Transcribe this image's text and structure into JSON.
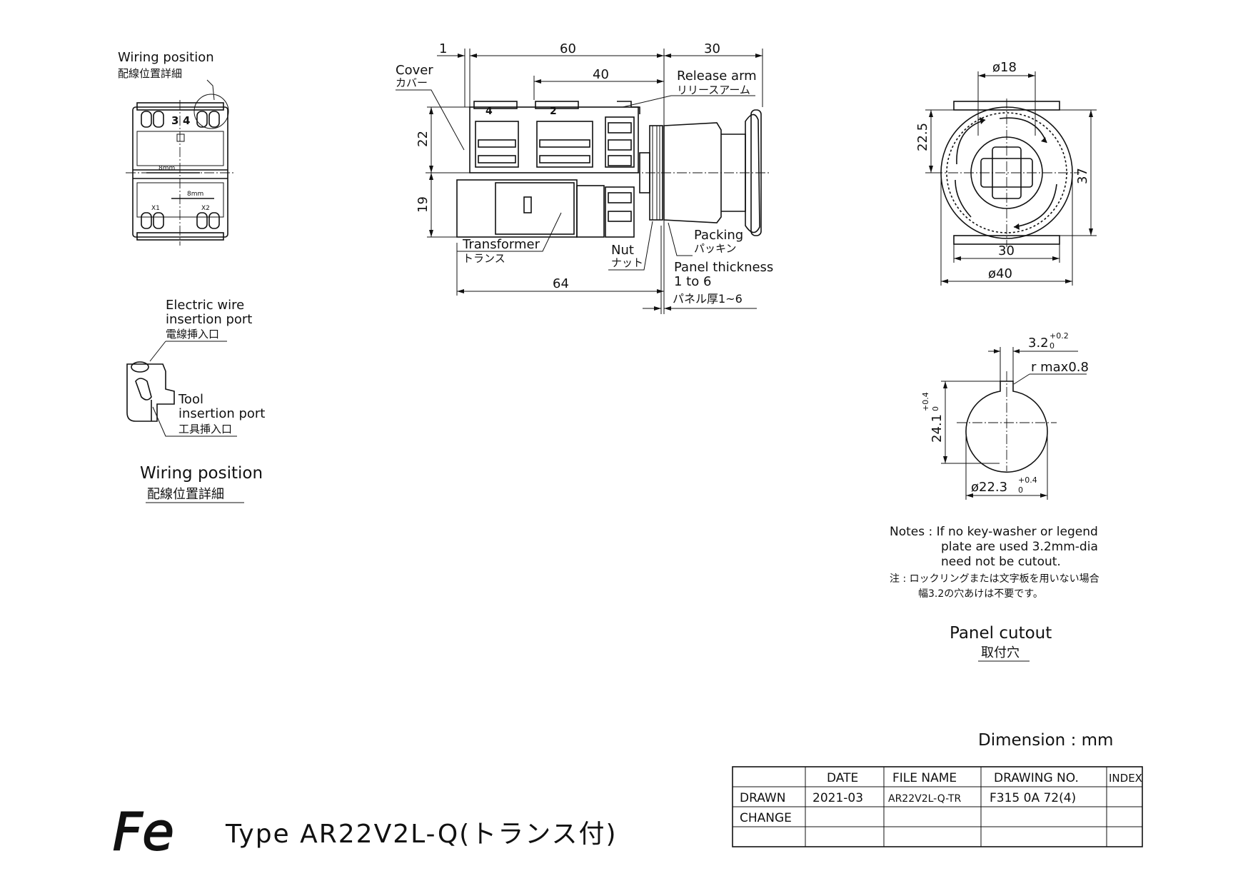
{
  "wiring_detail": {
    "label_en": "Wiring position",
    "label_jp": "配線位置詳細",
    "terminals": [
      "3",
      "4"
    ],
    "strip_length_1": "8mm",
    "strip_length_2": "8mm",
    "terminals_x": [
      "X1",
      "X2"
    ]
  },
  "wire_port": {
    "electric_en_1": "Electric wire",
    "electric_en_2": "insertion port",
    "electric_jp": "電線挿入口",
    "tool_en_1": "Tool",
    "tool_en_2": "insertion port",
    "tool_jp": "工具挿入口",
    "caption_en": "Wiring position",
    "caption_jp": "配線位置詳細"
  },
  "side_view": {
    "dims": {
      "d1": "1",
      "d60": "60",
      "d30": "30",
      "d40": "40",
      "d22": "22",
      "d19": "19",
      "d64": "64"
    },
    "terminals": [
      "4",
      "2"
    ],
    "cover_en": "Cover",
    "cover_jp": "カバー",
    "release_en": "Release arm",
    "release_jp": "リリースアーム",
    "packing_en": "Packing",
    "packing_jp": "パッキン",
    "transformer_en": "Transformer",
    "transformer_jp": "トランス",
    "nut_en": "Nut",
    "nut_jp": "ナット",
    "panel_en_1": "Panel thickness",
    "panel_en_2": "1 to 6",
    "panel_jp": "パネル厚1~6"
  },
  "front_view": {
    "d18": "ø18",
    "d225": "22.5",
    "d37": "37",
    "d30": "30",
    "d40": "ø40"
  },
  "cutout": {
    "key_width": "3.2",
    "key_tol_up": "+0.2",
    "key_tol_low": "0",
    "radius": "r max0.8",
    "height": "24.1",
    "height_tol_up": "+0.4",
    "height_tol_low": "0",
    "diameter": "ø22.3",
    "dia_tol_up": "+0.4",
    "dia_tol_low": "0",
    "caption_en": "Panel cutout",
    "caption_jp": "取付穴"
  },
  "notes": {
    "en_1": "Notes : If no key-washer or legend",
    "en_2": "plate are used 3.2mm-dia",
    "en_3": "need not be cutout.",
    "jp_1": "注 : ロックリングまたは文字板を用いない場合",
    "jp_2": "幅3.2の穴あけは不要です。"
  },
  "dimension_unit": "Dimension : mm",
  "title": {
    "logo": "Fe",
    "type_text": "Type  AR22V2L-Q(トランス付)"
  },
  "title_block": {
    "headers": [
      "DATE",
      "FILE NAME",
      "DRAWING NO.",
      "INDEX"
    ],
    "rows": [
      {
        "label": "DRAWN",
        "date": "2021-03",
        "file": "AR22V2L-Q-TR",
        "drawing": "F315 0A 72(4)",
        "index": ""
      },
      {
        "label": "CHANGE",
        "date": "",
        "file": "",
        "drawing": "",
        "index": ""
      }
    ]
  }
}
